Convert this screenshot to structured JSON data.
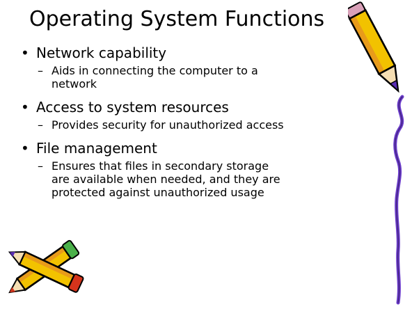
{
  "slide": {
    "title": "Operating System Functions",
    "bullets": [
      {
        "text": "Network capability",
        "sub": "Aids in connecting the computer to a network"
      },
      {
        "text": "Access to system resources",
        "sub": "Provides security for unauthorized access"
      },
      {
        "text": "File management",
        "sub": "Ensures that files in secondary storage are available when needed, and they are protected against unauthorized usage"
      }
    ],
    "bullet_symbol": "•",
    "sub_symbol": "–"
  },
  "decorations": {
    "top_right": "pencil-icon",
    "bottom_left": "crossed-pencils-icon",
    "right_edge": "purple-swirl-line"
  },
  "colors": {
    "pencil_yellow": "#f2c200",
    "pencil_orange": "#e89b1a",
    "pencil_purple": "#5a2db3",
    "swirl_purple": "#6a3bc9",
    "pencil_red": "#d4341c",
    "pencil_green": "#4bb04a"
  }
}
